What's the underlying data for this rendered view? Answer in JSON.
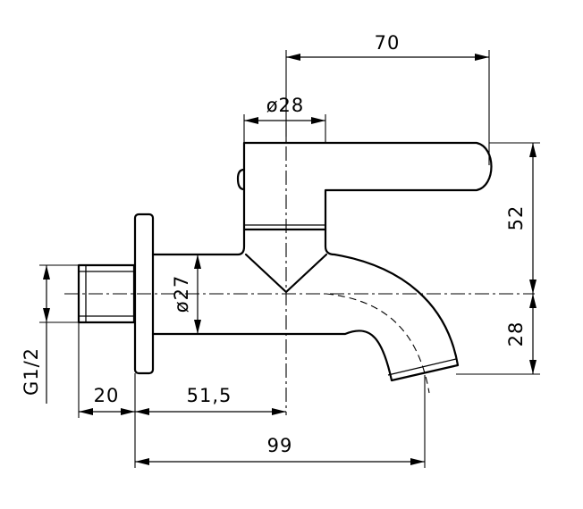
{
  "dimensions": {
    "handle_reach": "70",
    "handle_diameter": "ø28",
    "body_diameter": "ø27",
    "height_above_axis": "52",
    "spout_drop": "28",
    "thread_size": "G1/2",
    "thread_length": "20",
    "axis_offset": "51,5",
    "overall_length": "99"
  }
}
